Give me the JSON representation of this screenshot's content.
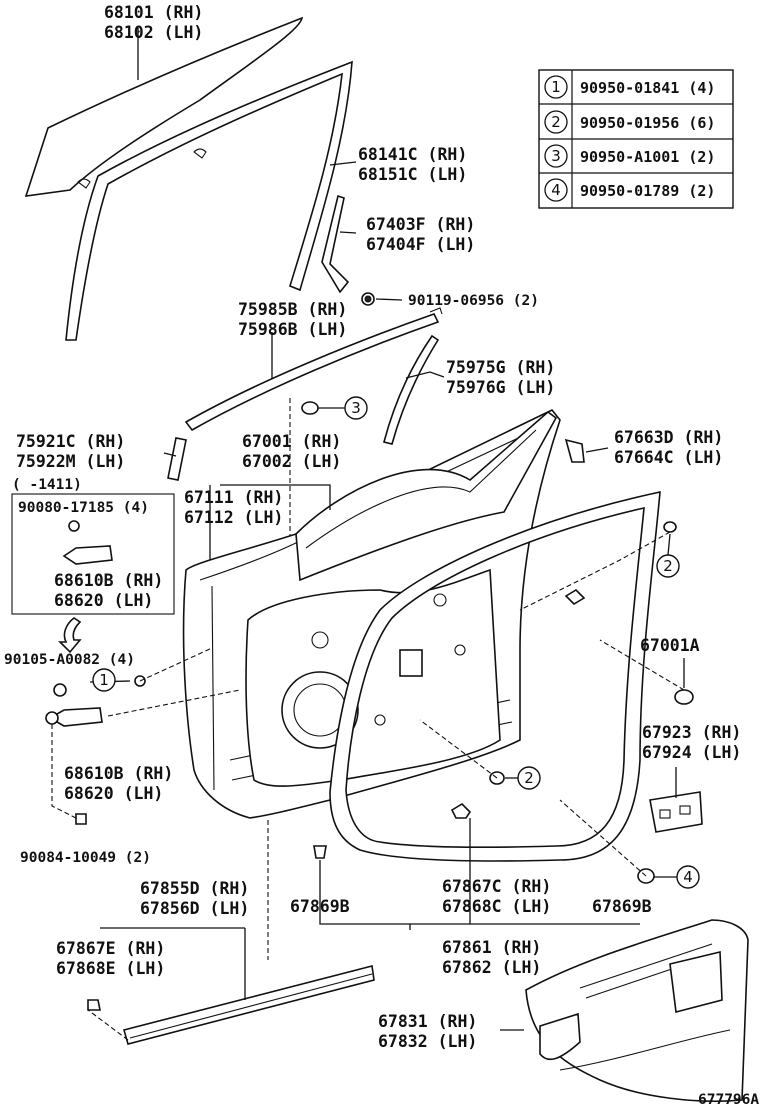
{
  "labels": {
    "glass": [
      "68101 (RH)",
      "68102 (LH)"
    ],
    "glass_run": [
      "68141C (RH)",
      "68151C (LH)"
    ],
    "channel": [
      "67403F (RH)",
      "67404F (LH)"
    ],
    "bolt_top": "90119-06956 (2)",
    "belt_outer": [
      "75985B (RH)",
      "75986B (LH)"
    ],
    "garnish": [
      "75975G (RH)",
      "75976G (LH)"
    ],
    "belt_front": [
      "75921C (RH)",
      "75922M (LH)"
    ],
    "door_panel": [
      "67001 (RH)",
      "67002 (LH)"
    ],
    "panel_sub": [
      "67111 (RH)",
      "67112 (LH)"
    ],
    "cover_top": [
      "67663D (RH)",
      "67664C (LH)"
    ],
    "inset_date": "(    -1411)",
    "inset_bolt": "90080-17185 (4)",
    "inset_check": [
      "68610B (RH)",
      "68620 (LH)"
    ],
    "bolt_left": "90105-A0082 (4)",
    "check": [
      "68610B (RH)",
      "68620 (LH)"
    ],
    "bolt_bottom": "90084-10049 (2)",
    "door_assy": "67001A",
    "bracket": [
      "67923 (RH)",
      "67924 (LH)"
    ],
    "scuff": [
      "67855D (RH)",
      "67856D (LH)"
    ],
    "clip_left": [
      "67867E (RH)",
      "67868E (LH)"
    ],
    "plug_left": "67869B",
    "clip_mid": [
      "67867C (RH)",
      "67868C (LH)"
    ],
    "plug_right": "67869B",
    "weatherstrip": [
      "67861 (RH)",
      "67862 (LH)"
    ],
    "trim": [
      "67831 (RH)",
      "67832 (LH)"
    ],
    "figure_id": "677796A"
  },
  "legend": [
    {
      "num": "1",
      "part": "90950-01841 (4)"
    },
    {
      "num": "2",
      "part": "90950-01956 (6)"
    },
    {
      "num": "3",
      "part": "90950-A1001 (2)"
    },
    {
      "num": "4",
      "part": "90950-01789 (2)"
    }
  ],
  "callouts": {
    "c1": "1",
    "c2a": "2",
    "c2b": "2",
    "c3": "3",
    "c4": "4"
  }
}
